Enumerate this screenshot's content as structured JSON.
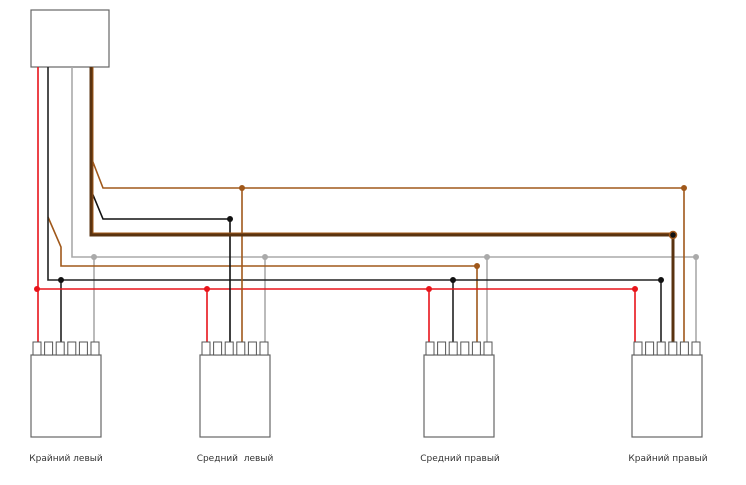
{
  "connectors": [
    {
      "label": "Крайний левый"
    },
    {
      "label": "Средний  левый"
    },
    {
      "label": "Средний правый"
    },
    {
      "label": "Крайний правый"
    }
  ],
  "wire_colors": {
    "red": "#e8141a",
    "black": "#111111",
    "gray": "#aaaaaa",
    "brown": "#a0581a",
    "dark_brown": "#5a3310"
  }
}
